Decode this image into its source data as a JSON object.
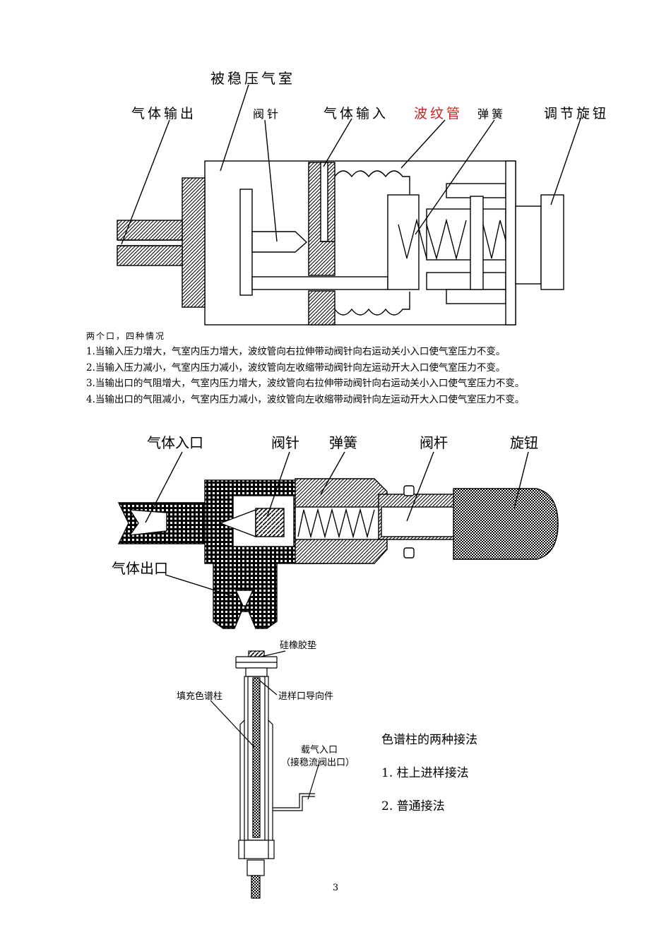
{
  "diagram1": {
    "labels": {
      "chamber": "被稳压气室",
      "gas_output": "气体输出",
      "needle": "阀针",
      "gas_input": "气体输入",
      "bellows": "波纹管",
      "spring": "弹簧",
      "knob": "调节旋钮"
    },
    "bellows_color": "#d02020",
    "notes": {
      "intro": "两个口，四种情况",
      "items": [
        "1.当输入压力增大，气室内压力增大，波纹管向右拉伸带动阀针向右运动关小入口使气室压力不变。",
        "2.当输入压力减小，气室内压力减小，波纹管向左收缩带动阀针向左运动开大入口使气室压力不变。",
        "3.当输出口的气阻增大，气室内压力增大，波纹管向右拉伸带动阀针向右运动关小入口使气室压力不变。",
        "4.当输出口的气阻减小，气室内压力减小，波纹管向左收缩带动阀针向左运动开大入口使气室压力不变。"
      ]
    }
  },
  "diagram2": {
    "labels": {
      "gas_inlet": "气体入口",
      "needle": "阀针",
      "spring": "弹簧",
      "stem": "阀杆",
      "knob": "旋钮",
      "gas_outlet": "气体出口"
    }
  },
  "diagram3": {
    "labels": {
      "gasket": "硅橡胶垫",
      "column": "填充色谱柱",
      "guide": "进样口导向件",
      "carrier_line1": "载气入口",
      "carrier_line2": "（接稳流阀出口）"
    },
    "methods": {
      "title": "色谱柱的两种接法",
      "items": [
        "1. 柱上进样接法",
        "2. 普通接法"
      ]
    }
  },
  "page_number": "3"
}
